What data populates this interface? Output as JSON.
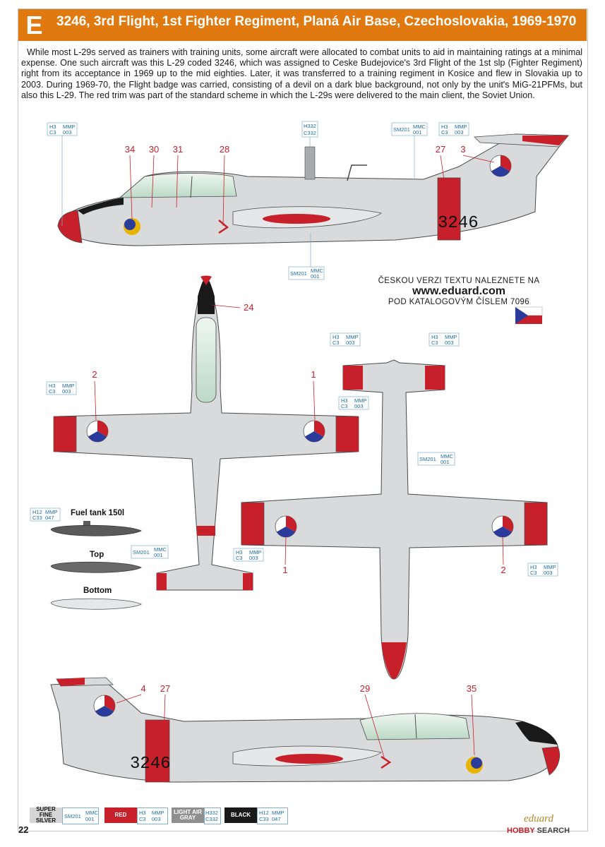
{
  "header": {
    "letter": "E",
    "title": "3246, 3rd Flight, 1st Fighter Regiment, Planá Air Base, Czechoslovakia, 1969-1970"
  },
  "intro": "While most L-29s served as trainers with training units, some aircraft were allocated to combat units to aid in maintaining ratings at a minimal expense. One such aircraft was this L-29 coded 3246, which was assigned to Ceske Budejovice's 3rd Flight of the 1st slp (Fighter Regiment) right from its acceptance in 1969 up to the mid eighties. Later, it was transferred to a training regiment in Kosice and flew in Slovakia up to 2003. During 1969-70, the Flight badge was carried, consisting of a devil on a dark blue background, not only by the unit's MiG-21PFMs, but also this L-29. The red trim was part of the standard scheme in which the L-29s were delivered to the main client, the Soviet Union.",
  "czech": {
    "line1": "ČESKOU VERZI TEXTU NALEZNETE NA",
    "url": "www.eduard.com",
    "line2": "POD KATALOGOVÝM ČÍSLEM 7096"
  },
  "aircraft": {
    "code": "3246"
  },
  "fuel_tank": {
    "title": "Fuel tank 150l",
    "top": "Top",
    "bottom": "Bottom"
  },
  "decals": {
    "side_top": [
      "34",
      "30",
      "31",
      "28",
      "27",
      "3"
    ],
    "upper": [
      "24",
      "2",
      "1"
    ],
    "lower": [
      "1",
      "2"
    ],
    "side_bottom": [
      "4",
      "27",
      "29",
      "35"
    ]
  },
  "codes": {
    "h3": "H3",
    "mmp": "MMP",
    "c3": "C3",
    "n003": "003",
    "sm201": "SM201",
    "mmc": "MMC",
    "n001": "001",
    "h332": "H332",
    "c332": "C332",
    "h12": "H12",
    "c33": "C33",
    "n047": "047"
  },
  "legend": [
    {
      "name": "SUPER FINE SILVER",
      "a": "SM201",
      "b": "",
      "c": "MMC",
      "d": "001",
      "fill": "#d6d6d6",
      "ink": "#111"
    },
    {
      "name": "RED",
      "a": "H3",
      "b": "C3",
      "c": "MMP",
      "d": "003",
      "fill": "#c8202a",
      "ink": "#fff"
    },
    {
      "name": "LIGHT AIR GRAY",
      "a": "H332",
      "b": "C332",
      "c": "",
      "d": "",
      "fill": "#8f8f8f",
      "ink": "#fff"
    },
    {
      "name": "BLACK",
      "a": "H12",
      "b": "C33",
      "c": "MMP",
      "d": "047",
      "fill": "#1a1a1a",
      "ink": "#fff"
    }
  ],
  "colors": {
    "banner": "#e07a10",
    "red": "#c8202a",
    "blue": "#2a3b9c",
    "gray": "#d9dadb",
    "outline": "#4a4a4a",
    "callout": "#1f6ea0"
  },
  "footer": {
    "page": "22",
    "brand": "eduard",
    "watermark_a": "HOBBY",
    "watermark_b": "SEARCH"
  }
}
